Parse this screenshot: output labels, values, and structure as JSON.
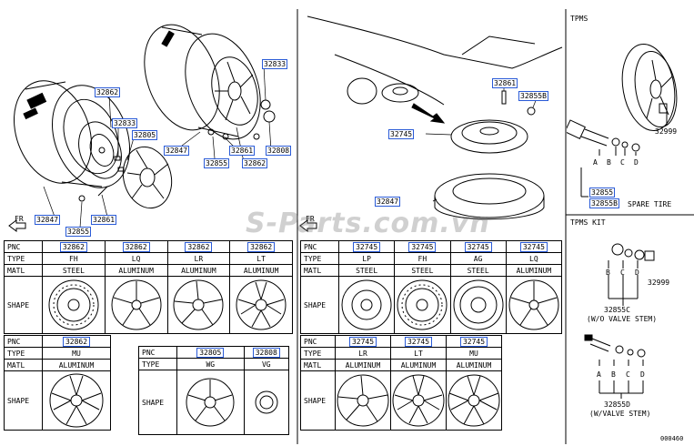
{
  "callouts": {
    "c32862a": "32862",
    "c32833a": "32833",
    "c32805": "32805",
    "c32847a": "32847",
    "c32855a": "32855",
    "c32861a": "32861",
    "c32833b": "32833",
    "c32847b": "32847",
    "c32861b": "32861",
    "c32855b": "32855",
    "c32862b": "32862",
    "c32808": "32808",
    "c32861c": "32861",
    "c32855c": "32855B",
    "c32745": "32745",
    "c32847c": "32847"
  },
  "fr_label_left": "FR",
  "fr_label_mid": "FR",
  "tpms": {
    "title": "TPMS",
    "part_32999": "32999",
    "letters": [
      "A",
      "B",
      "C",
      "D"
    ],
    "pnc_32855": "32855",
    "pnc_32855b": "32855B",
    "spare_tire": "SPARE TIRE"
  },
  "tpms_kit": {
    "title": "TPMS KIT",
    "letters_c": [
      "B",
      "C",
      "D"
    ],
    "part_32999": "32999",
    "pnc_c": "32855C",
    "desc_c": "(W/O VALVE STEM)",
    "letters_d": [
      "A",
      "B",
      "C",
      "D"
    ],
    "pnc_d": "32855D",
    "desc_d": "(W/VALVE STEM)"
  },
  "tables": {
    "row_labels": {
      "pnc": "PNC",
      "type": "TYPE",
      "matl": "MATL",
      "shape": "SHAPE"
    },
    "t1": {
      "pnc": [
        "32862",
        "32862",
        "32862",
        "32862"
      ],
      "type": [
        "FH",
        "LQ",
        "LR",
        "LT"
      ],
      "matl": [
        "STEEL",
        "ALUMINUM",
        "ALUMINUM",
        "ALUMINUM"
      ]
    },
    "t2": {
      "pnc": "32862",
      "type": "MU",
      "matl": "ALUMINUM"
    },
    "t3": {
      "pnc": [
        "32805",
        "32808"
      ],
      "type": [
        "WG",
        "VG"
      ]
    },
    "t4": {
      "pnc": [
        "32745",
        "32745",
        "32745",
        "32745"
      ],
      "type": [
        "LP",
        "FH",
        "AG",
        "LQ"
      ],
      "matl": [
        "STEEL",
        "STEEL",
        "STEEL",
        "ALUMINUM"
      ]
    },
    "t5": {
      "pnc": [
        "32745",
        "32745",
        "32745"
      ],
      "type": [
        "LR",
        "LT",
        "MU"
      ],
      "matl": [
        "ALUMINUM",
        "ALUMINUM",
        "ALUMINUM"
      ]
    }
  },
  "watermark": "S-Parts.com.vn",
  "footer_code": "000460"
}
